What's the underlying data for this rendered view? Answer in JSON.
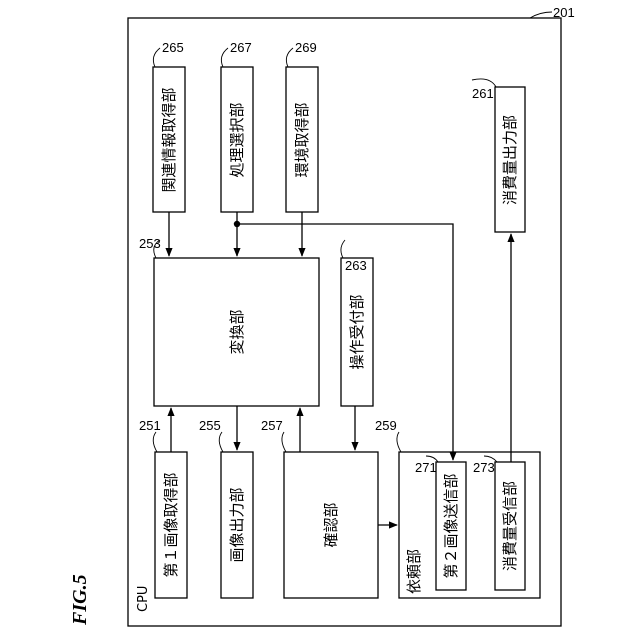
{
  "figure": {
    "label": "FIG.5"
  },
  "cpu": {
    "number": "201",
    "label": "CPU"
  },
  "blocks": {
    "b265": {
      "number": "265",
      "label": "関連情報取得部"
    },
    "b267": {
      "number": "267",
      "label": "処理選択部"
    },
    "b269": {
      "number": "269",
      "label": "環境取得部"
    },
    "b261": {
      "number": "261",
      "label": "消費量出力部"
    },
    "b253": {
      "number": "253",
      "label": "変換部"
    },
    "b263": {
      "number": "263",
      "label": "操作受付部"
    },
    "b251": {
      "number": "251",
      "label": "第１画像取得部"
    },
    "b255": {
      "number": "255",
      "label": "画像出力部"
    },
    "b257": {
      "number": "257",
      "label": "確認部"
    },
    "b259": {
      "number": "259",
      "label": "依頼部"
    },
    "b271": {
      "number": "271",
      "label": "第２画像送信部"
    },
    "b273": {
      "number": "273",
      "label": "消費量受信部"
    }
  }
}
